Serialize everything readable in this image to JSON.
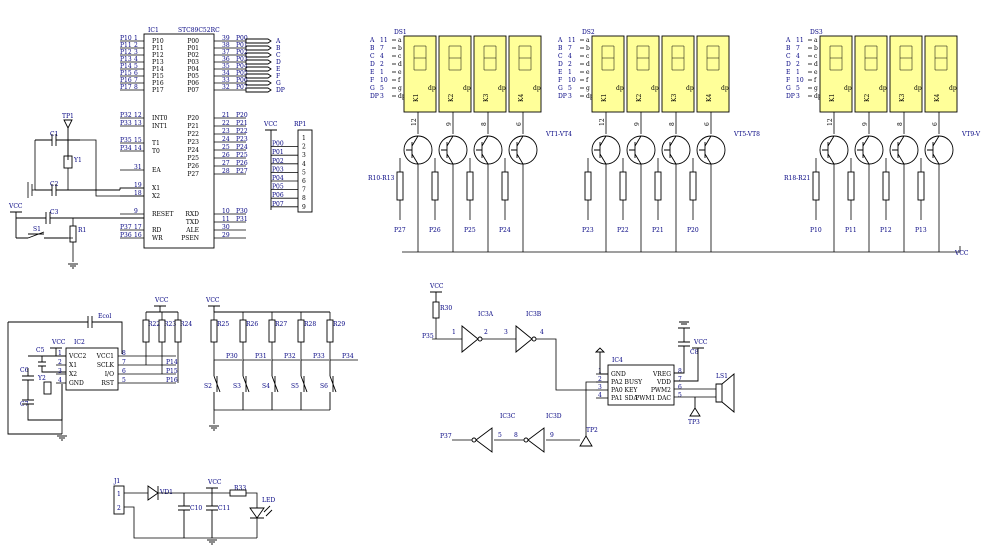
{
  "mcu": {
    "ref": "IC1",
    "part": "STC89C52RC",
    "left_pins": [
      {
        "net": "P10",
        "num": "1",
        "name": "P10"
      },
      {
        "net": "P11",
        "num": "2",
        "name": "P11"
      },
      {
        "net": "P12",
        "num": "3",
        "name": "P12"
      },
      {
        "net": "P13",
        "num": "4",
        "name": "P13"
      },
      {
        "net": "P14",
        "num": "5",
        "name": "P14"
      },
      {
        "net": "P15",
        "num": "6",
        "name": "P15"
      },
      {
        "net": "P16",
        "num": "7",
        "name": "P16"
      },
      {
        "net": "P17",
        "num": "8",
        "name": "P17"
      },
      {
        "net": "P32",
        "num": "12",
        "name": "INT0"
      },
      {
        "net": "P33",
        "num": "13",
        "name": "INT1"
      },
      {
        "net": "P35",
        "num": "15",
        "name": "T1"
      },
      {
        "net": "P34",
        "num": "14",
        "name": "T0"
      },
      {
        "net": "",
        "num": "31",
        "name": "EA"
      },
      {
        "net": "",
        "num": "19",
        "name": "X1"
      },
      {
        "net": "",
        "num": "18",
        "name": "X2"
      },
      {
        "net": "",
        "num": "9",
        "name": "RESET"
      },
      {
        "net": "P37",
        "num": "17",
        "name": "RD"
      },
      {
        "net": "P36",
        "num": "16",
        "name": "WR"
      }
    ],
    "right_pins": [
      {
        "name": "P00",
        "num": "39",
        "net": "P00"
      },
      {
        "name": "P01",
        "num": "38",
        "net": "P01"
      },
      {
        "name": "P02",
        "num": "37",
        "net": "P02"
      },
      {
        "name": "P03",
        "num": "36",
        "net": "P03"
      },
      {
        "name": "P04",
        "num": "35",
        "net": "P04"
      },
      {
        "name": "P05",
        "num": "34",
        "net": "P05"
      },
      {
        "name": "P06",
        "num": "33",
        "net": "P06"
      },
      {
        "name": "P07",
        "num": "32",
        "net": "P07"
      },
      {
        "name": "P20",
        "num": "21",
        "net": "P20"
      },
      {
        "name": "P21",
        "num": "22",
        "net": "P21"
      },
      {
        "name": "P22",
        "num": "23",
        "net": "P22"
      },
      {
        "name": "P23",
        "num": "24",
        "net": "P23"
      },
      {
        "name": "P24",
        "num": "25",
        "net": "P24"
      },
      {
        "name": "P25",
        "num": "26",
        "net": "P25"
      },
      {
        "name": "P26",
        "num": "27",
        "net": "P26"
      },
      {
        "name": "P27",
        "num": "28",
        "net": "P27"
      },
      {
        "name": "RXD",
        "num": "10",
        "net": "P30"
      },
      {
        "name": "TXD",
        "num": "11",
        "net": "P31"
      },
      {
        "name": "ALE",
        "num": "30",
        "net": ""
      },
      {
        "name": "PSEN",
        "num": "29",
        "net": ""
      }
    ],
    "port_labels": [
      "A",
      "B",
      "C",
      "D",
      "E",
      "F",
      "G",
      "DP"
    ]
  },
  "clock_reset": {
    "tp1": "TP1",
    "c1": "C1",
    "y1": "Y1",
    "c2": "C2",
    "c3": "C3",
    "vcc": "VCC",
    "s1": "S1",
    "r1": "R1"
  },
  "pullup": {
    "vcc": "VCC",
    "ref": "RP1",
    "nets": [
      "P00",
      "P01",
      "P02",
      "P03",
      "P04",
      "P05",
      "P06",
      "P07"
    ],
    "pins": [
      "1",
      "2",
      "3",
      "4",
      "5",
      "6",
      "7",
      "8",
      "9"
    ]
  },
  "displays": [
    {
      "ref": "DS1",
      "vt": "VT1-VT4",
      "rlabel": "R10-R13",
      "bases": [
        "P27",
        "P26",
        "P25",
        "P24"
      ]
    },
    {
      "ref": "DS2",
      "vt": "VT5-VT8",
      "rlabel": "",
      "bases": [
        "P23",
        "P22",
        "P21",
        "P20"
      ]
    },
    {
      "ref": "DS3",
      "vt": "VT9-V",
      "rlabel": "R18-R21",
      "bases": [
        "P10",
        "P11",
        "P12",
        "P13"
      ]
    }
  ],
  "display_pins": [
    {
      "net": "A",
      "num": "11",
      "seg": "a"
    },
    {
      "net": "B",
      "num": "7",
      "seg": "b"
    },
    {
      "net": "C",
      "num": "4",
      "seg": "c"
    },
    {
      "net": "D",
      "num": "2",
      "seg": "d"
    },
    {
      "net": "E",
      "num": "1",
      "seg": "e"
    },
    {
      "net": "F",
      "num": "10",
      "seg": "f"
    },
    {
      "net": "G",
      "num": "5",
      "seg": "g"
    },
    {
      "net": "DP",
      "num": "3",
      "seg": "dp"
    }
  ],
  "digit_labels": [
    "K1",
    "K2",
    "K3",
    "K4"
  ],
  "digit_pins": [
    "12",
    "9",
    "8",
    "6"
  ],
  "dp_label": "dp",
  "vcc_right": "VCC",
  "rtc": {
    "ref": "IC2",
    "ecol": "Ecol",
    "c5": "C5",
    "c6": "C6",
    "c7": "C7",
    "y2": "Y2",
    "vcc": "VCC",
    "left_pins": [
      {
        "name": "VCC2",
        "num": "1"
      },
      {
        "name": "X1",
        "num": "2"
      },
      {
        "name": "X2",
        "num": "3"
      },
      {
        "name": "GND",
        "num": "4"
      }
    ],
    "right_pins": [
      {
        "name": "VCC1",
        "num": "8",
        "net": ""
      },
      {
        "name": "SCLK",
        "num": "7",
        "net": "P14"
      },
      {
        "name": "I/O",
        "num": "6",
        "net": "P15"
      },
      {
        "name": "RST",
        "num": "5",
        "net": "P16"
      }
    ],
    "res": [
      "R22",
      "R23",
      "R24"
    ]
  },
  "keys": {
    "vcc": "VCC",
    "res": [
      "R25",
      "R26",
      "R27",
      "R28",
      "R29"
    ],
    "nets": [
      "P30",
      "P31",
      "P32",
      "P33",
      "P34"
    ],
    "switches": [
      "S2",
      "S3",
      "S4",
      "S5",
      "S6"
    ]
  },
  "voice": {
    "vcc": "VCC",
    "r30": "R30",
    "net_in": "P35",
    "pin1": "1",
    "pin2": "2",
    "pin3": "3",
    "pin4": "4",
    "ic3a": "IC3A",
    "ic3b": "IC3B",
    "ic3c": "IC3C",
    "ic3d": "IC3D",
    "ic4": "IC4",
    "c8": "C8",
    "vcc2": "VCC",
    "ls1": "LS1",
    "tp2": "TP2",
    "tp3": "TP3",
    "net_out": "P37",
    "pin5": "5",
    "pin8": "8",
    "pin9": "9",
    "left_pins": [
      {
        "name": "GND",
        "num": "1"
      },
      {
        "name": "PA2 BUSY",
        "num": "2"
      },
      {
        "name": "PA0 KEY",
        "num": "3"
      },
      {
        "name": "PA1 SDA",
        "num": "4"
      }
    ],
    "right_pins": [
      {
        "name": "VREG",
        "num": "8"
      },
      {
        "name": "VDD",
        "num": "7"
      },
      {
        "name": "PWM2",
        "num": "6"
      },
      {
        "name": "PWM1 DAC",
        "num": "5"
      }
    ]
  },
  "power": {
    "j1": "J1",
    "pins": [
      "1",
      "2"
    ],
    "vd1": "VD1",
    "vcc": "VCC",
    "c10": "C10",
    "c11": "C11",
    "r33": "R33",
    "led": "LED"
  }
}
